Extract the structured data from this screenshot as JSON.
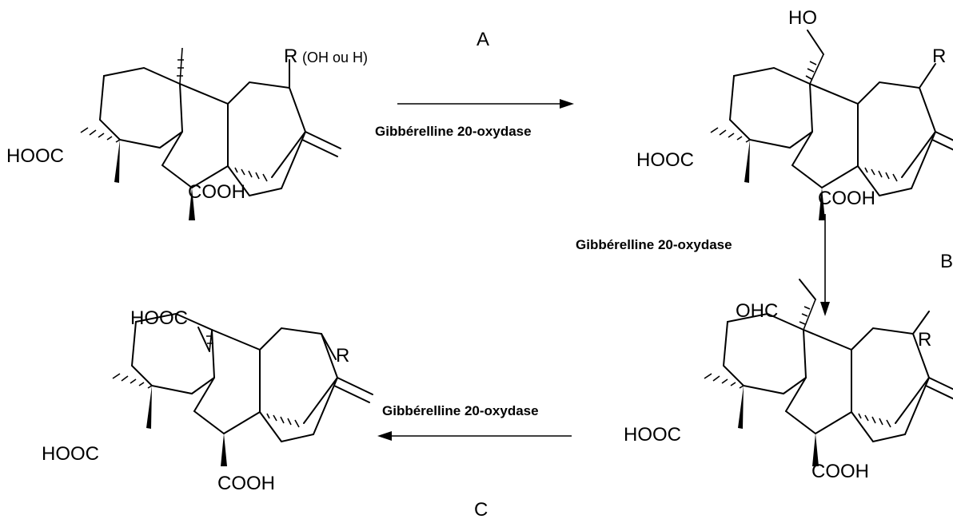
{
  "molecules": [
    {
      "id": "substrate",
      "labels": {
        "top_substituent": "",
        "r_group": "R",
        "r_note": "(OH ou H)",
        "ring_acid": "HOOC",
        "lactone_acid": "COOH"
      }
    },
    {
      "id": "alcohol",
      "labels": {
        "top_substituent": "HO",
        "r_group": "R",
        "r_note": "",
        "ring_acid": "HOOC",
        "lactone_acid": "COOH"
      }
    },
    {
      "id": "aldehyde",
      "labels": {
        "top_substituent": "OHC",
        "r_group": "R",
        "r_note": "",
        "ring_acid": "HOOC",
        "lactone_acid": "COOH"
      }
    },
    {
      "id": "acid",
      "labels": {
        "top_substituent": "HOOC",
        "r_group": "R",
        "r_note": "",
        "ring_acid": "HOOC",
        "lactone_acid": "COOH"
      }
    }
  ],
  "steps": [
    {
      "letter": "A",
      "enzyme": "Gibbérelline 20-oxydase",
      "direction": "right"
    },
    {
      "letter": "B",
      "enzyme": "Gibbérelline 20-oxydase",
      "direction": "down"
    },
    {
      "letter": "C",
      "enzyme": "Gibbérelline 20-oxydase",
      "direction": "left"
    }
  ]
}
